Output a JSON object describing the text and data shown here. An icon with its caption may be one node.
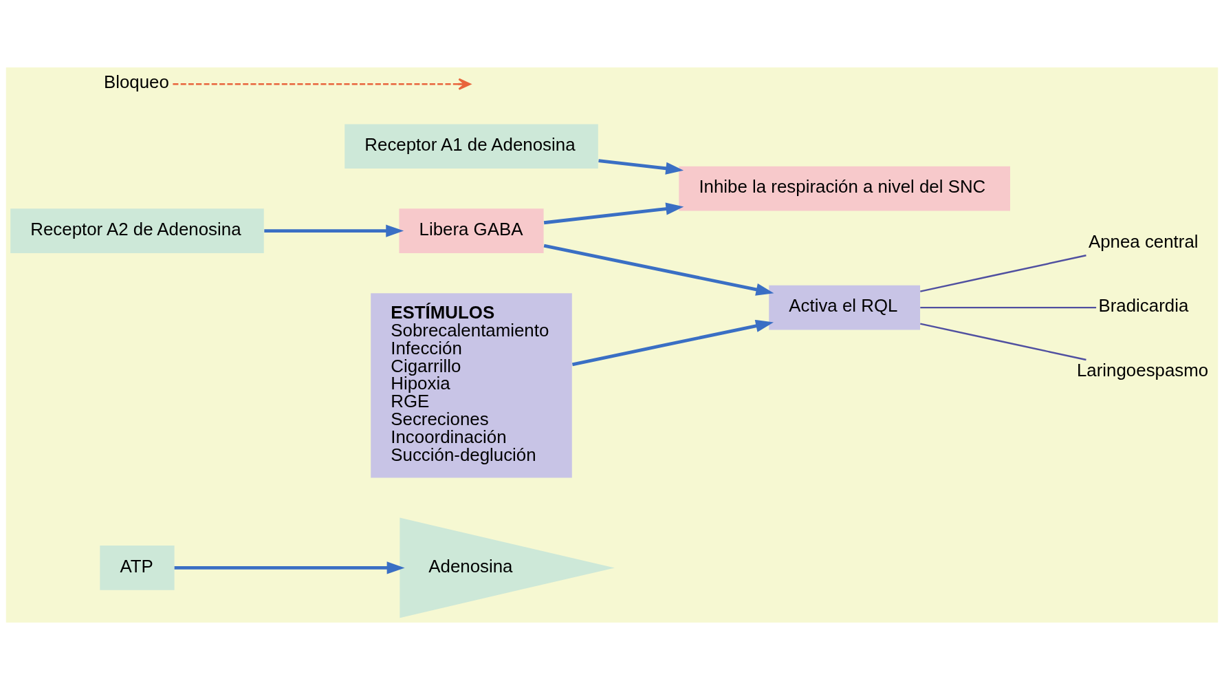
{
  "diagram": {
    "nodes": [
      {
        "text": [
          "Adenosina"
        ]
      },
      {
        "text": [
          "ATP"
        ]
      },
      {
        "text": [
          "Receptor A1 de Adenosina"
        ]
      },
      {
        "text": [
          "Receptor A2 de Adenosina"
        ]
      },
      {
        "text": [
          "Inhibe la respiración a nivel del SNC"
        ]
      },
      {
        "text": [
          "Libera GABA"
        ]
      },
      {
        "text": [
          "Activa el RQL"
        ]
      },
      {
        "text": [
          "ESTÍMULOS",
          "Sobrecalentamiento",
          "Infección",
          "Cigarrillo",
          "Hipoxia",
          "RGE",
          "Secreciones",
          "Incoordinación",
          "Succión-deglución"
        ]
      },
      {
        "text": [
          "Apnea central"
        ]
      },
      {
        "text": [
          "Bradicardia"
        ]
      },
      {
        "text": [
          "Laringoespasmo"
        ]
      },
      {
        "text": [
          "Bloqueo"
        ]
      }
    ],
    "edges": [
      {
        "from": 1,
        "to": 0,
        "arrow": "to"
      },
      {
        "from": 2,
        "to": 4,
        "arrow": "to"
      },
      {
        "from": 3,
        "to": 5,
        "arrow": "to"
      },
      {
        "from": 5,
        "to": 4,
        "arrow": "to"
      },
      {
        "from": 5,
        "to": 6,
        "arrow": "to"
      },
      {
        "from": 7,
        "to": 6,
        "arrow": "to"
      },
      {
        "from": 6,
        "to": 8,
        "arrow": "none"
      },
      {
        "from": 6,
        "to": 9,
        "arrow": "none"
      },
      {
        "from": 6,
        "to": 10,
        "arrow": "none"
      },
      {
        "from": 11,
        "to": null,
        "arrow": "to",
        "style": "dashed",
        "color": "#e8643c"
      }
    ]
  }
}
